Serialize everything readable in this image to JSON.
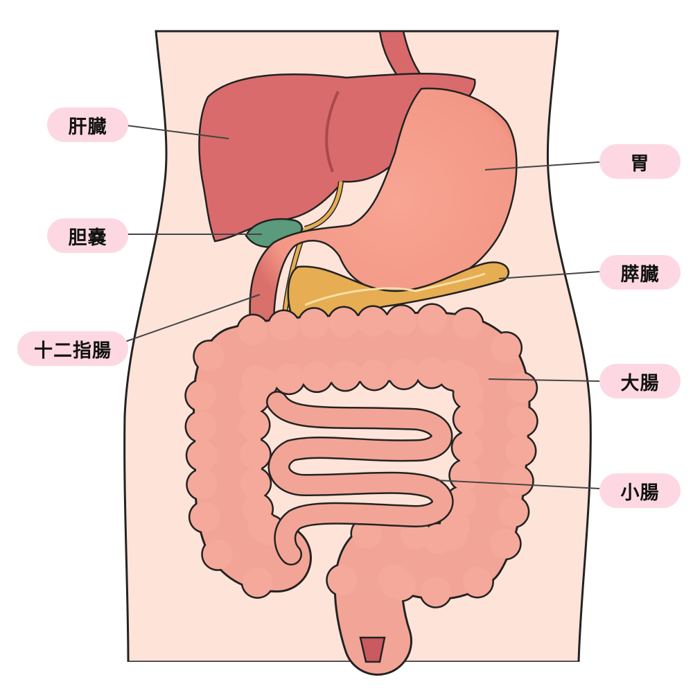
{
  "labels": {
    "liver": "肝臓",
    "gallbladder": "胆嚢",
    "duodenum": "十二指腸",
    "stomach": "胃",
    "pancreas": "膵臓",
    "large_intestine": "大腸",
    "small_intestine": "小腸"
  },
  "colors": {
    "skin": "#fde3d8",
    "liver": "#d96b6c",
    "stomach": "#f49b89",
    "pancreas": "#e6ad52",
    "gallbladder": "#5b9a7a",
    "intestine": "#f2a596",
    "outline": "#2a1a1a",
    "label_bg": "#fdd8e2"
  }
}
